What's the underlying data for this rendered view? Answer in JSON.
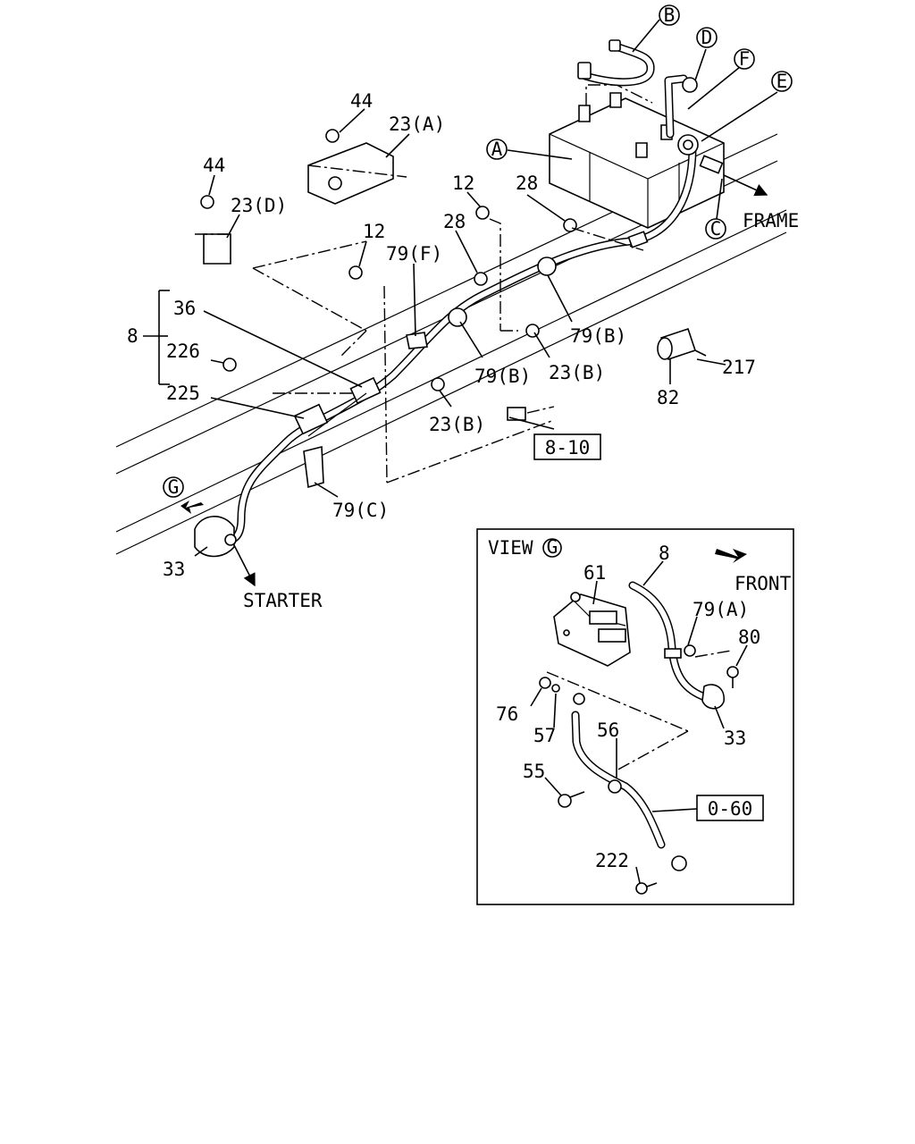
{
  "callout_letters": {
    "A": "A",
    "B": "B",
    "C": "C",
    "D": "D",
    "E": "E",
    "F": "F",
    "G": "G"
  },
  "labels": {
    "p44_top": "44",
    "p23a": "23(A)",
    "p44_left": "44",
    "p23d": "23(D)",
    "p12_mid": "12",
    "p28_mid": "28",
    "p12_left": "12",
    "p79f": "79(F)",
    "p28_right": "28",
    "p36": "36",
    "p8": "8",
    "p226": "226",
    "p225": "225",
    "p79b_right": "79(B)",
    "p79b_mid": "79(B)",
    "p23b_right": "23(B)",
    "p23b_low": "23(B)",
    "p79c": "79(C)",
    "p33_main": "33",
    "p217": "217",
    "p82": "82"
  },
  "texts": {
    "frame": "FRAME",
    "starter": "STARTER"
  },
  "reference_boxes": {
    "ref_8_10": "8-10",
    "ref_0_60": "0-60"
  },
  "view_g": {
    "title": "VIEW",
    "front": "FRONT",
    "p8": "8",
    "p61": "61",
    "p79a": "79(A)",
    "p80": "80",
    "p76": "76",
    "p57": "57",
    "p56": "56",
    "p33": "33",
    "p55": "55",
    "p222": "222"
  }
}
